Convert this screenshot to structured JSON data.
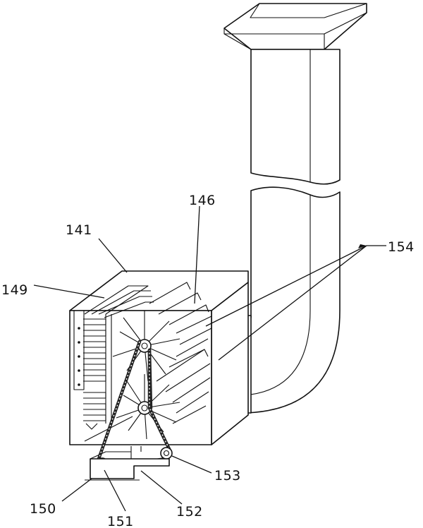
{
  "labels": {
    "l141": "141",
    "l146": "146",
    "l149": "149",
    "l150": "150",
    "l151": "151",
    "l152": "152",
    "l153": "153",
    "l154": "154"
  }
}
